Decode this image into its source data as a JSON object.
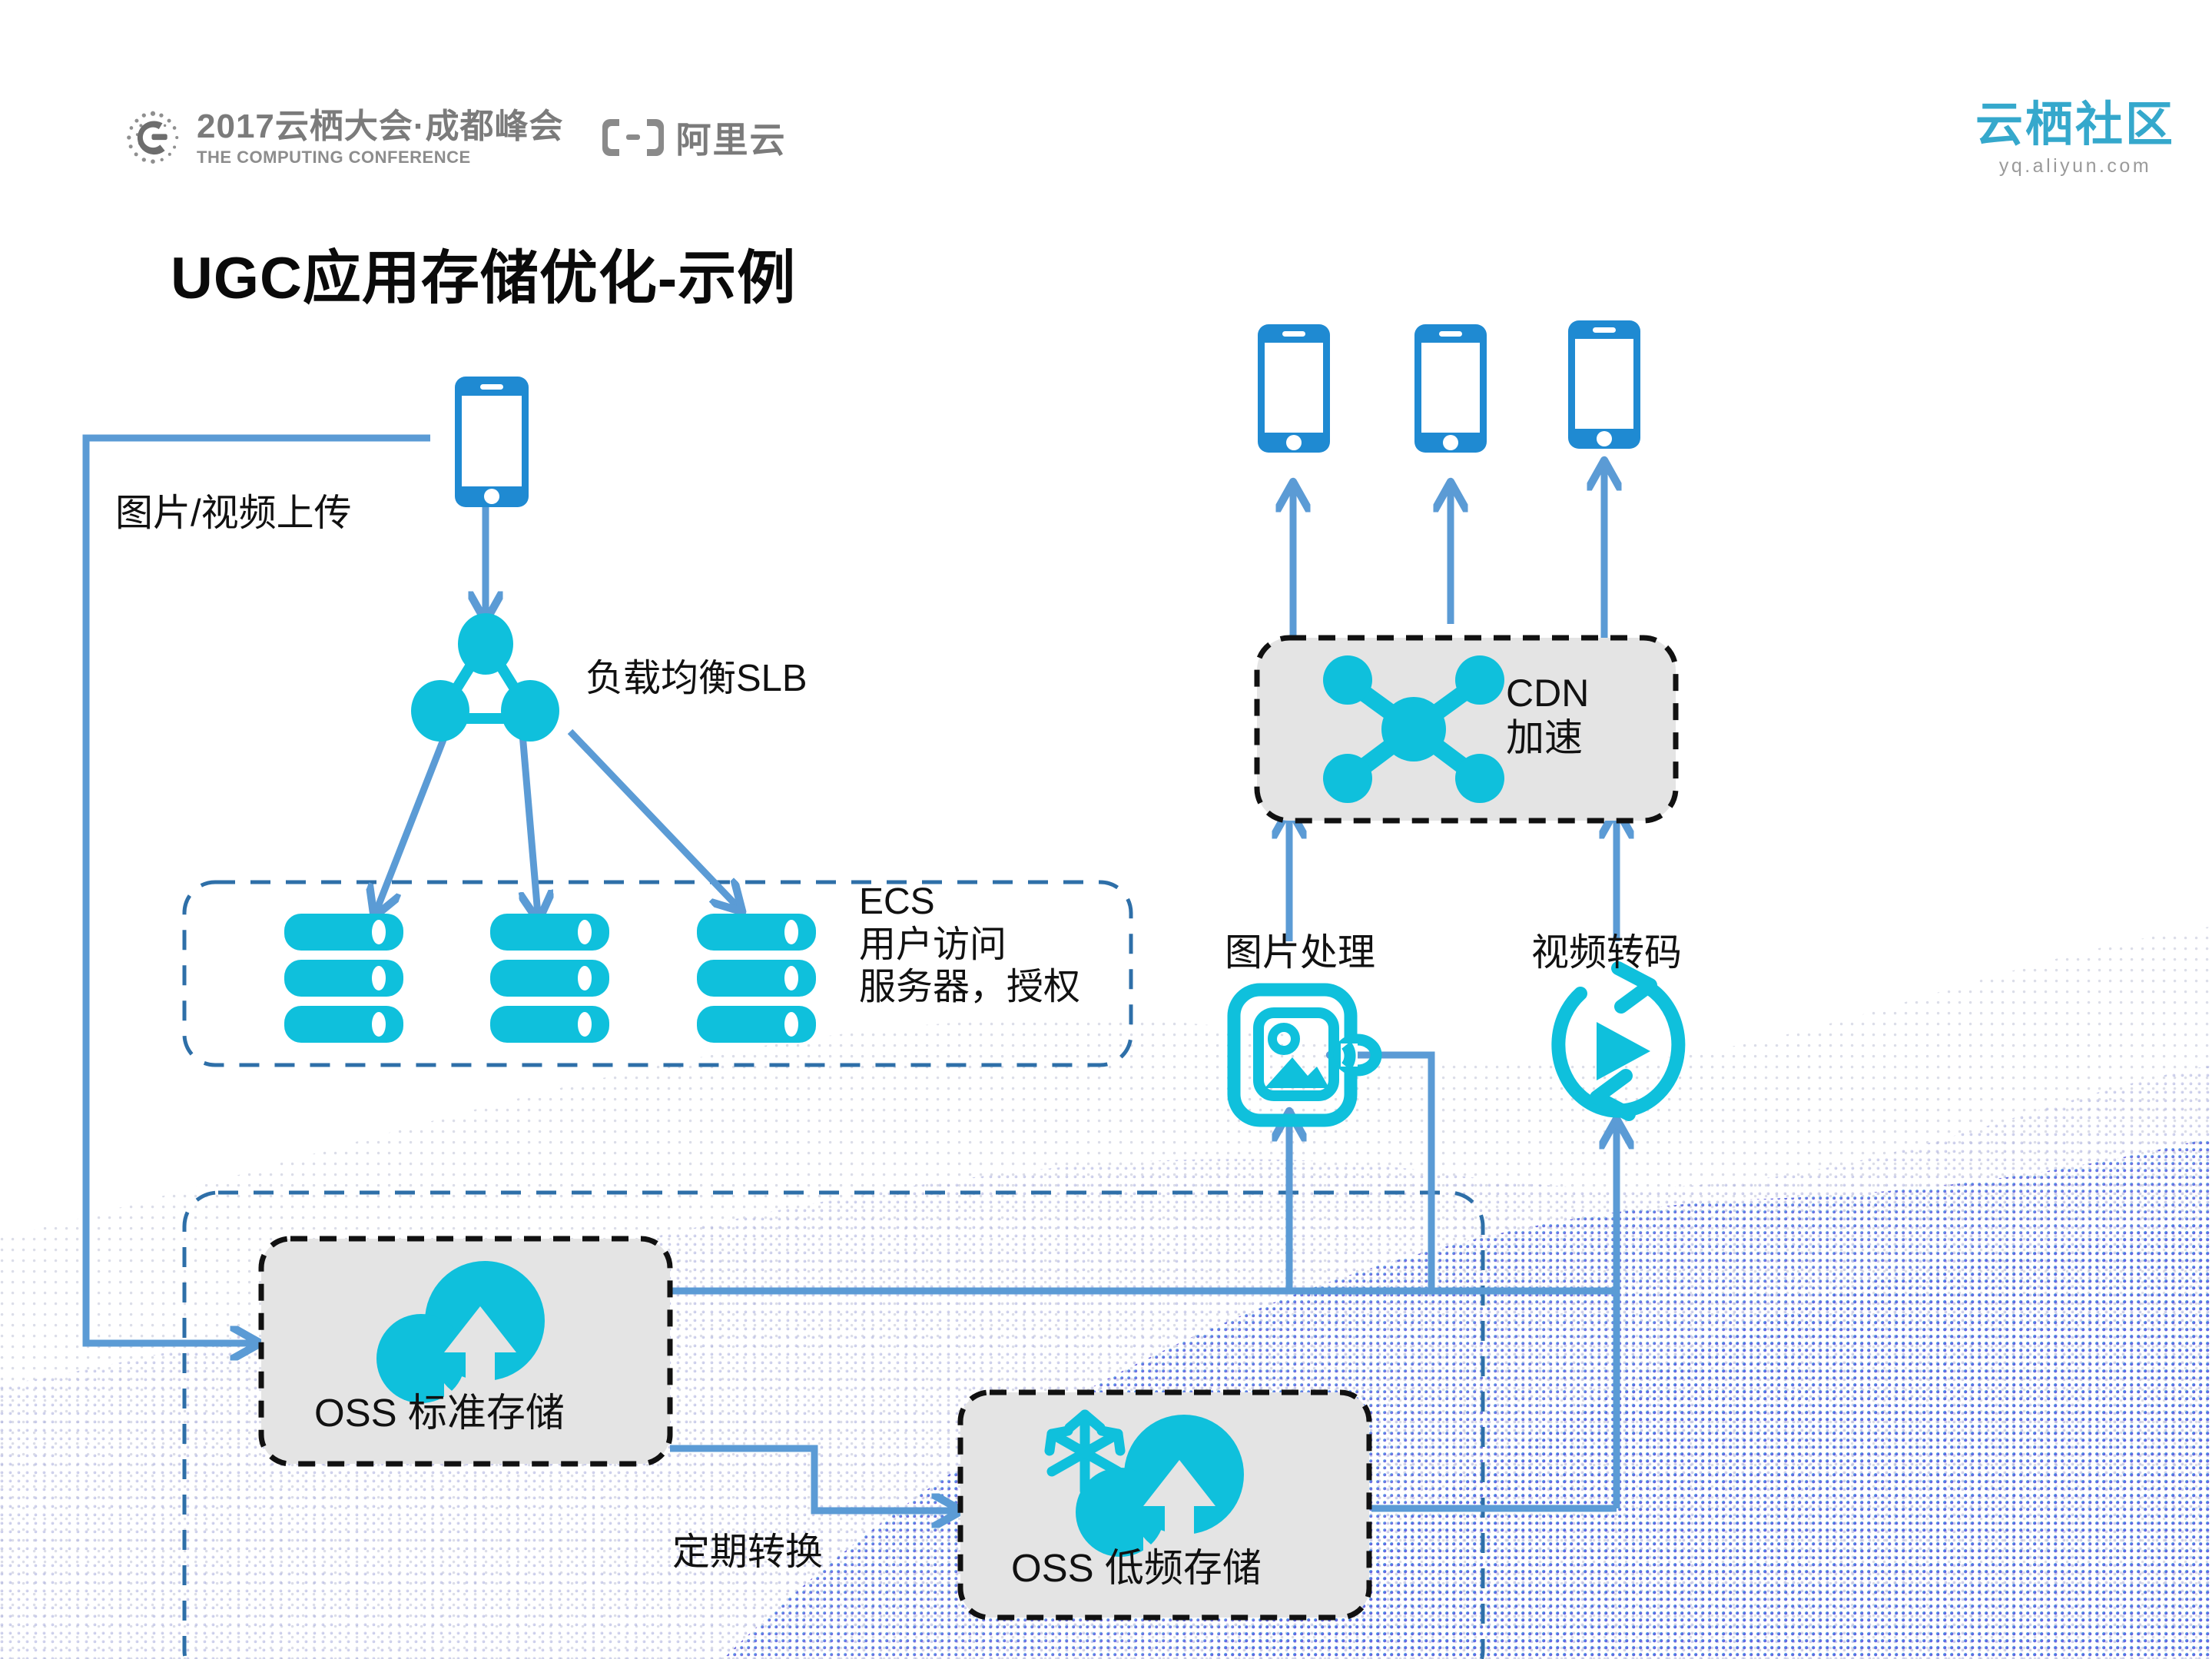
{
  "header": {
    "conference_cn": "2017云栖大会·成都峰会",
    "conference_en": "THE COMPUTING CONFERENCE",
    "aliyun_cn": "阿里云",
    "community_cn": "云栖社区",
    "community_url": "yq.aliyun.com"
  },
  "title": "UGC应用存储优化-示例",
  "diagram": {
    "labels": {
      "upload": "图片/视频上传",
      "slb": "负载均衡SLB",
      "ecs": "ECS\n用户访问\n服务器，授权",
      "cdn": "CDN\n加速",
      "image_processing": "图片处理",
      "video_transcode": "视频转码",
      "periodic_convert": "定期转换",
      "oss_standard": "OSS 标准存储",
      "oss_infrequent": "OSS 低频存储"
    },
    "nodes": [
      {
        "id": "phone-uploader",
        "icon": "mobile-phone-icon",
        "label": ""
      },
      {
        "id": "slb",
        "icon": "load-balancer-icon",
        "label": "负载均衡SLB"
      },
      {
        "id": "ecs-group",
        "icon": "server-stack-icon",
        "label": "ECS 用户访问 服务器，授权",
        "count": 9
      },
      {
        "id": "oss-standard",
        "icon": "cloud-upload-icon",
        "label": "OSS 标准存储"
      },
      {
        "id": "oss-infrequent",
        "icon": "cloud-snowflake-icon",
        "label": "OSS 低频存储"
      },
      {
        "id": "image-process",
        "icon": "picture-icon",
        "label": "图片处理"
      },
      {
        "id": "video-transcode",
        "icon": "video-refresh-icon",
        "label": "视频转码"
      },
      {
        "id": "cdn",
        "icon": "cdn-network-icon",
        "label": "CDN 加速"
      },
      {
        "id": "phone-viewer-1",
        "icon": "mobile-phone-icon",
        "label": ""
      },
      {
        "id": "phone-viewer-2",
        "icon": "mobile-phone-icon",
        "label": ""
      },
      {
        "id": "phone-viewer-3",
        "icon": "mobile-phone-icon",
        "label": ""
      }
    ],
    "edges": [
      {
        "from": "phone-uploader",
        "to": "slb",
        "label": ""
      },
      {
        "from": "phone-uploader",
        "to": "oss-standard",
        "label": "图片/视频上传"
      },
      {
        "from": "slb",
        "to": "ecs-group",
        "label": ""
      },
      {
        "from": "oss-standard",
        "to": "oss-infrequent",
        "label": "定期转换"
      },
      {
        "from": "oss-standard",
        "to": "image-process",
        "label": ""
      },
      {
        "from": "oss-standard",
        "to": "video-transcode",
        "label": ""
      },
      {
        "from": "oss-infrequent",
        "to": "image-process",
        "label": ""
      },
      {
        "from": "oss-infrequent",
        "to": "video-transcode",
        "label": ""
      },
      {
        "from": "image-process",
        "to": "cdn",
        "label": ""
      },
      {
        "from": "video-transcode",
        "to": "cdn",
        "label": ""
      },
      {
        "from": "cdn",
        "to": "phone-viewer-1",
        "label": ""
      },
      {
        "from": "cdn",
        "to": "phone-viewer-2",
        "label": ""
      },
      {
        "from": "cdn",
        "to": "phone-viewer-3",
        "label": ""
      }
    ]
  },
  "colors": {
    "cyan": "#0FC0DC",
    "phone_blue": "#1F8AD2",
    "connector_blue": "#5B9BD5",
    "box_fill": "#E4E4E4",
    "dash_dark": "#1A1A1A",
    "dash_blue": "#2E6FA8",
    "brand_teal": "#35A8CC",
    "logo_gray": "#7B7B7B"
  }
}
